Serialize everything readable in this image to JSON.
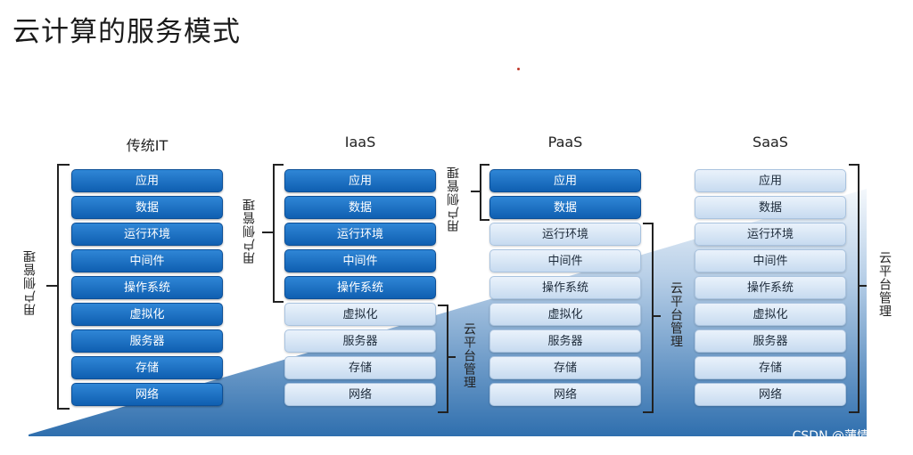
{
  "title": "云计算的服务模式",
  "columns": [
    {
      "name": "传统IT",
      "items": [
        {
          "label": "应用",
          "style": "dark"
        },
        {
          "label": "数据",
          "style": "dark"
        },
        {
          "label": "运行环境",
          "style": "dark"
        },
        {
          "label": "中间件",
          "style": "dark"
        },
        {
          "label": "操作系统",
          "style": "dark"
        },
        {
          "label": "虚拟化",
          "style": "dark"
        },
        {
          "label": "服务器",
          "style": "dark"
        },
        {
          "label": "存储",
          "style": "dark"
        },
        {
          "label": "网络",
          "style": "dark"
        }
      ],
      "user_label": "用户侧管理"
    },
    {
      "name": "IaaS",
      "items": [
        {
          "label": "应用",
          "style": "dark"
        },
        {
          "label": "数据",
          "style": "dark"
        },
        {
          "label": "运行环境",
          "style": "dark"
        },
        {
          "label": "中间件",
          "style": "dark"
        },
        {
          "label": "操作系统",
          "style": "dark"
        },
        {
          "label": "虚拟化",
          "style": "light"
        },
        {
          "label": "服务器",
          "style": "light"
        },
        {
          "label": "存储",
          "style": "light"
        },
        {
          "label": "网络",
          "style": "light"
        }
      ],
      "user_label": "用户侧管理",
      "cloud_label": "云平台管理"
    },
    {
      "name": "PaaS",
      "items": [
        {
          "label": "应用",
          "style": "dark"
        },
        {
          "label": "数据",
          "style": "dark"
        },
        {
          "label": "运行环境",
          "style": "light"
        },
        {
          "label": "中间件",
          "style": "light"
        },
        {
          "label": "操作系统",
          "style": "light"
        },
        {
          "label": "虚拟化",
          "style": "light"
        },
        {
          "label": "服务器",
          "style": "light"
        },
        {
          "label": "存储",
          "style": "light"
        },
        {
          "label": "网络",
          "style": "light"
        }
      ],
      "user_label": "用户侧管理",
      "cloud_label": "云平台管理"
    },
    {
      "name": "SaaS",
      "items": [
        {
          "label": "应用",
          "style": "light"
        },
        {
          "label": "数据",
          "style": "light"
        },
        {
          "label": "运行环境",
          "style": "light"
        },
        {
          "label": "中间件",
          "style": "light"
        },
        {
          "label": "操作系统",
          "style": "light"
        },
        {
          "label": "虚拟化",
          "style": "light"
        },
        {
          "label": "服务器",
          "style": "light"
        },
        {
          "label": "存储",
          "style": "light"
        },
        {
          "label": "网络",
          "style": "light"
        }
      ],
      "cloud_label": "云平台管理"
    }
  ],
  "watermark": "CSDN @薄情少年†",
  "colors": {
    "dark_box": "#1268bd",
    "light_box": "#d3e3f4",
    "wedge": "#2f6fae"
  }
}
